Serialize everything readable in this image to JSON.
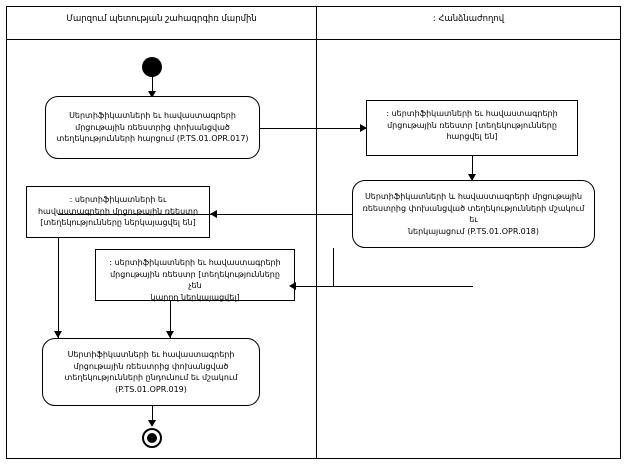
{
  "diagram": {
    "type": "uml-activity-diagram",
    "lanes": [
      {
        "id": "lane-left",
        "title": "Մարզում պետության շահագրգիռ մարմին"
      },
      {
        "id": "lane-right",
        "title": ": Հանձնաժողով"
      }
    ],
    "nodes": [
      {
        "id": "start",
        "kind": "initial-node",
        "label": ""
      },
      {
        "id": "activity-opr-017",
        "kind": "activity",
        "label": "Սերտիֆիկատների եւ հավաստագրերի\nմրցութային ռեեստրից փոխանցված\nտեղեկությունների հարցում (P.TS.01.OPR.017)"
      },
      {
        "id": "signal-requested",
        "kind": "signal",
        "label": ": սերտիֆիկատների եւ հավաստագրերի\nմրցութային ռեեստր [տեղեկությունները\nհարցվել են]"
      },
      {
        "id": "activity-opr-018",
        "kind": "activity",
        "label": "Սերտիֆիկատների և հավաստագրերի մրցութային\nռեեստրից փոխանցված տեղեկությունների մշակում եւ\nներկայացում (P.TS.01.OPR.018)"
      },
      {
        "id": "signal-submitted",
        "kind": "signal",
        "label": ": սերտիֆիկատների եւ\nհավաստագրերի մրցութային ռեեստր\n[տեղեկությունները ներկայացվել են]"
      },
      {
        "id": "signal-not-submitted",
        "kind": "signal",
        "label": ": սերտիֆիկատների եւ հավաստագրերի\nմրցութային ռեեստր [տեղեկությունները չեն\nկարող ներկայացվել]"
      },
      {
        "id": "activity-opr-019",
        "kind": "activity",
        "label": "Սերտիֆիկատների եւ հավաստագրերի\nմրցութային ռեեստրից փոխանցված\nտեղեկությունների ընդունում եւ մշակում\n(P.TS.01.OPR.019)"
      },
      {
        "id": "end",
        "kind": "final-node",
        "label": ""
      }
    ]
  }
}
